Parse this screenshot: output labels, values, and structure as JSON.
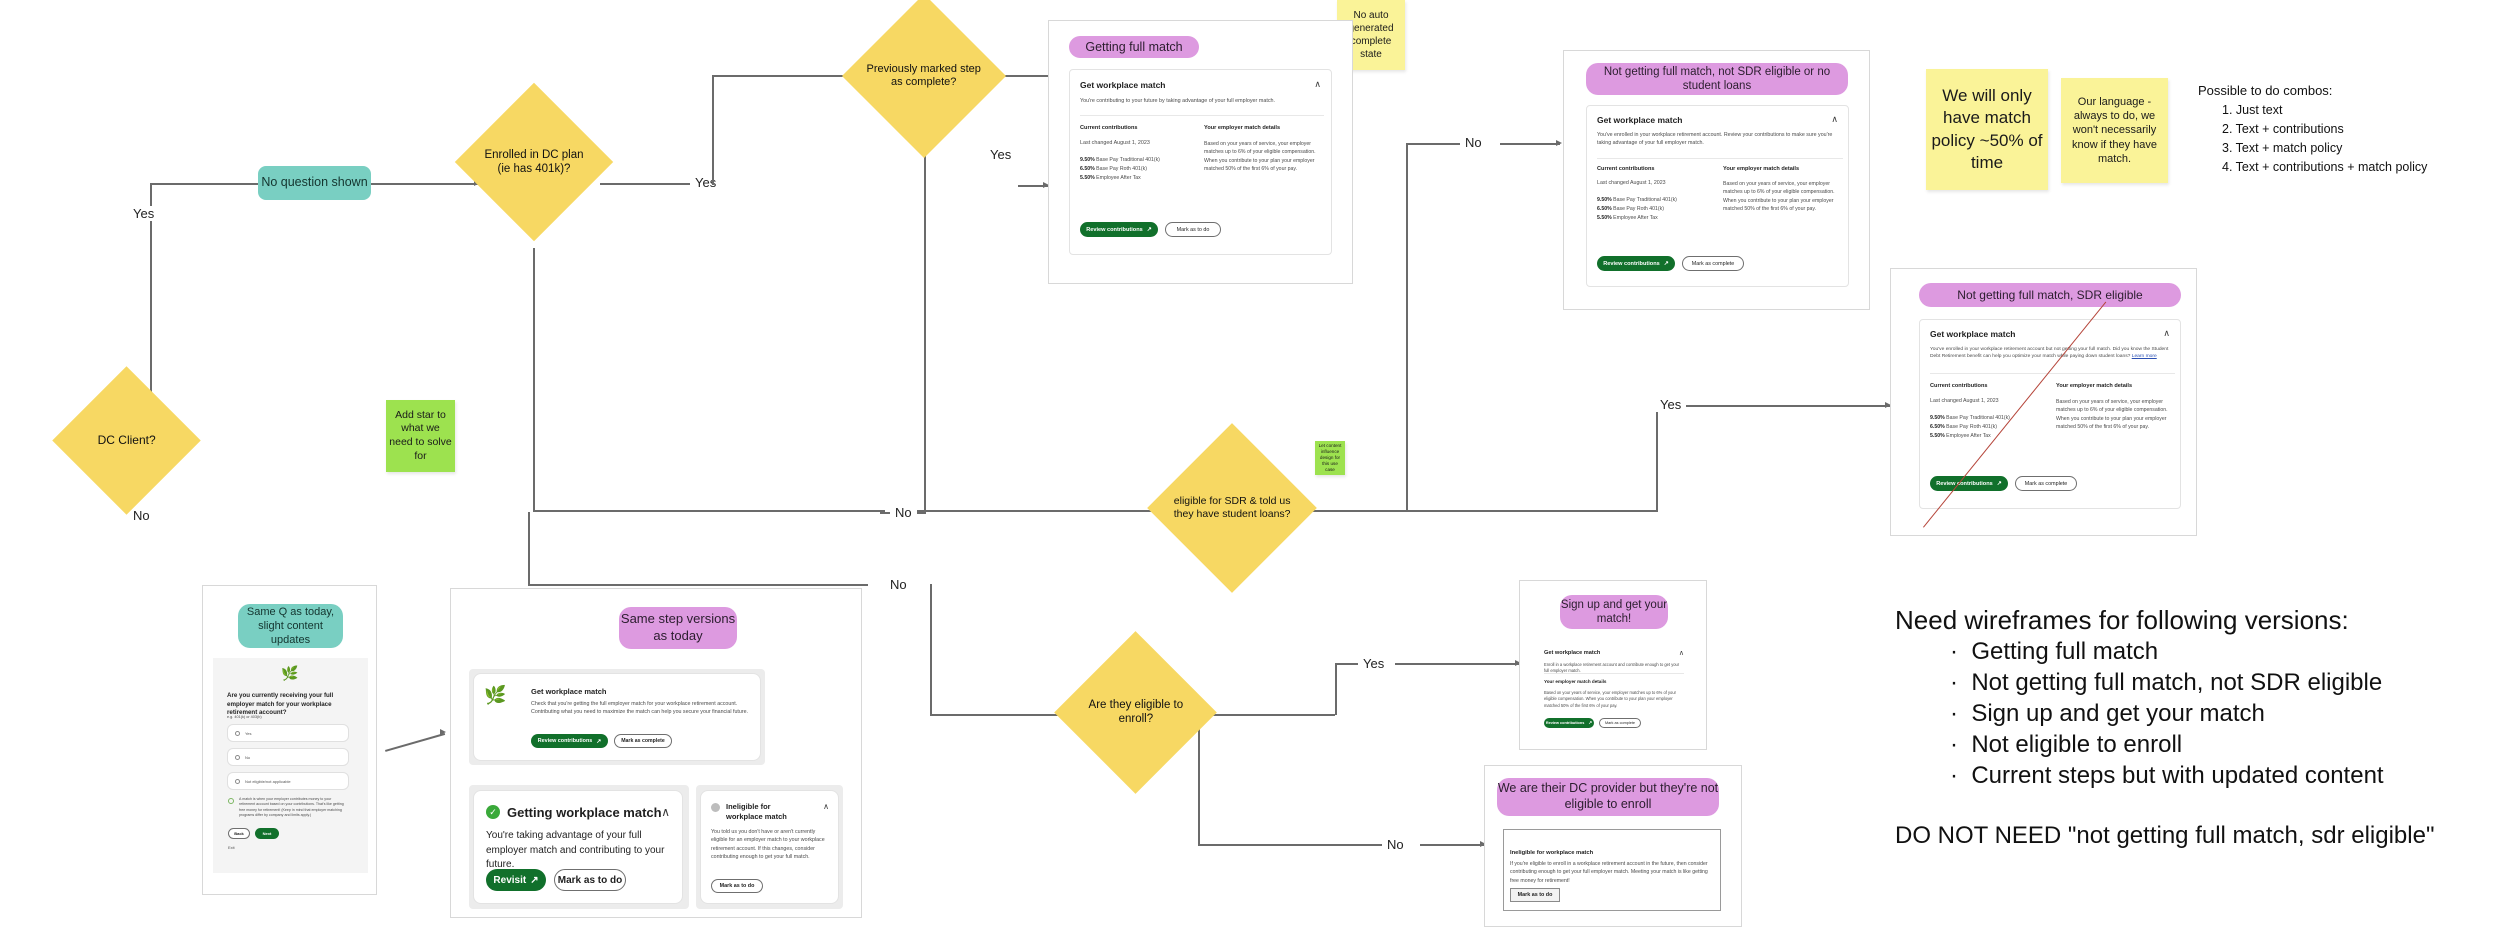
{
  "flow": {
    "nodes": [
      {
        "id": "dc-client",
        "label": "DC Client?"
      },
      {
        "id": "no-question",
        "label": "No question shown"
      },
      {
        "id": "enrolled-dc",
        "label": "Enrolled in DC plan (ie has 401k)?"
      },
      {
        "id": "prev-complete",
        "label": "Previously marked step as complete?"
      },
      {
        "id": "sdr-eligible",
        "label": "eligible for SDR & told us they have student loans?"
      },
      {
        "id": "eligible-enroll",
        "label": "Are they eligible to enroll?"
      }
    ],
    "edge_labels": {
      "dc_client_yes": "Yes",
      "dc_client_no": "No",
      "enrolled_yes": "Yes",
      "enrolled_no": "No",
      "prev_complete_yes": "Yes",
      "prev_complete_no": "No",
      "sdr_yes": "Yes",
      "sdr_no": "No",
      "enroll_yes": "Yes",
      "enroll_no": "No"
    },
    "stickies": [
      {
        "id": "add-star",
        "text": "Add star to what we need to solve for",
        "color": "#9de24f"
      },
      {
        "id": "no-auto-gen",
        "text": "No auto generated complete state",
        "color": "#faf398"
      },
      {
        "id": "match-policy",
        "text": "We will only have match policy ~50% of time",
        "color": "#faf398"
      },
      {
        "id": "our-language",
        "text": "Our language - always to do, we won't necessarily know if they have match.",
        "color": "#faf398"
      },
      {
        "id": "content-influence",
        "text": "Let content influence design for this use case",
        "color": "#9de24f"
      }
    ]
  },
  "combos": {
    "title": "Possible to do combos:",
    "items": [
      "1. Just text",
      "2. Text + contributions",
      "3. Text + match policy",
      "4. Text + contributions + match policy"
    ]
  },
  "needs": {
    "title": "Need wireframes for following versions:",
    "items": [
      "Getting full match",
      "Not getting full match, not SDR eligible",
      "Sign up and get your match",
      "Not eligible to enroll",
      "Current steps but with updated content"
    ],
    "footer": "DO NOT NEED \"not getting full match, sdr eligible\""
  },
  "shared": {
    "section_title": "Get workplace match",
    "current_contributions_label": "Current contributions",
    "employer_match_label": "Your employer match details",
    "last_changed": "Last changed August 1, 2023",
    "contributions": [
      {
        "pct": "9.50%",
        "name": "Base Pay Traditional 401(k)"
      },
      {
        "pct": "6.50%",
        "name": "Base Pay Roth 401(k)"
      },
      {
        "pct": "5.50%",
        "name": "Employee After Tax"
      }
    ],
    "match_details": "Based on your years of service, your employer matches up to 6% of your eligible compensation. When you contribute to your plan  your employer matched 50% of the first 6% of your pay.",
    "btn_review": "Review contributions",
    "btn_mark_todo": "Mark as to do",
    "btn_mark_complete": "Mark as complete",
    "chevron": "∧",
    "external_icon": "external-link-icon"
  },
  "card_full_match": {
    "pill": "Getting full match",
    "body": "You're contributing to your future by taking advantage of your full employer match.",
    "primary_btn": "Review contributions",
    "secondary_btn": "Mark as to do"
  },
  "card_not_full_no_sdr": {
    "pill": "Not getting full match, not SDR eligible or no student loans",
    "body": "You've enrolled in your workplace retirement account. Review your contributions to make sure you're taking advantage of your full employer match.",
    "primary_btn": "Review contributions",
    "secondary_btn": "Mark as complete"
  },
  "card_not_full_sdr": {
    "pill": "Not getting full match, SDR eligible",
    "body": "You've enrolled in your workplace retirement account but not getting your full match. Did you know the Student Debt Retirement benefit can help you optimize your match while paying down student loans?",
    "body_link": "Learn more",
    "primary_btn": "Review contributions",
    "secondary_btn": "Mark as complete",
    "struck_through": true
  },
  "card_signup": {
    "pill": "Sign up and get your match!",
    "body": "Enroll in a workplace retirement account and contribute enough to get your full employer match.",
    "match_label": "Your employer match details",
    "match_body": "Based on your years of service, your employer matches up to 6% of your eligible compensation. When you contribute to your plan  your employer matched 50% of the first 6% of your pay.",
    "primary_btn": "Review contributions",
    "secondary_btn": "Mark as complete"
  },
  "card_not_eligible": {
    "pill": "We are their DC provider but they're not eligible to enroll",
    "heading": "Ineligible for workplace match",
    "body": "If you're eligible to enroll in a workplace retirement account in the future, then consider contributing enough to get your full employer match. Meeting your match is like getting free money for retirement!",
    "btn": "Mark as to do"
  },
  "card_question": {
    "pill": "Same Q as today, slight content updates",
    "question": "Are you currently receiving your full employer match for your workplace retirement account?",
    "subtext": "e.g. 401(k) or 403(b)",
    "options": [
      "Yes",
      "No",
      "Not eligible/not applicable"
    ],
    "helper": "A match is when your employer contributes money to your retirement account based on your contributions. That's like getting free money for retirement! (Keep in mind that employer matching programs differ by company and limits apply.)",
    "btn_back": "Back",
    "btn_next": "Next",
    "btn_exit": "Exit"
  },
  "card_same_steps": {
    "pill": "Same step versions as today",
    "step1": {
      "title": "Get workplace match",
      "body": "Check that you're getting the full employer match for your workplace retirement account. Contributing what you need to maximize the match can help you secure your financial future.",
      "primary_btn": "Review contributions",
      "secondary_btn": "Mark as complete"
    },
    "step2": {
      "title": "Getting workplace match",
      "body": "You're taking advantage of your full employer match and contributing to your future.",
      "primary_btn": "Revisit",
      "secondary_btn": "Mark as to do"
    },
    "step3": {
      "title": "Ineligible for workplace match",
      "body": "You told us you don't have or aren't currently eligible for an employer match to your workplace retirement account. If this changes, consider contributing enough to get your full match.",
      "btn": "Mark as to do"
    }
  },
  "colors": {
    "diamond": "#f7d863",
    "teal": "#79cfc2",
    "pill_purple": "#dd9ae0",
    "sticky_yellow": "#faf398",
    "sticky_green": "#9de24f",
    "green_btn": "#11702b",
    "strike_red": "#b5453a",
    "line": "#6b6b6b"
  }
}
